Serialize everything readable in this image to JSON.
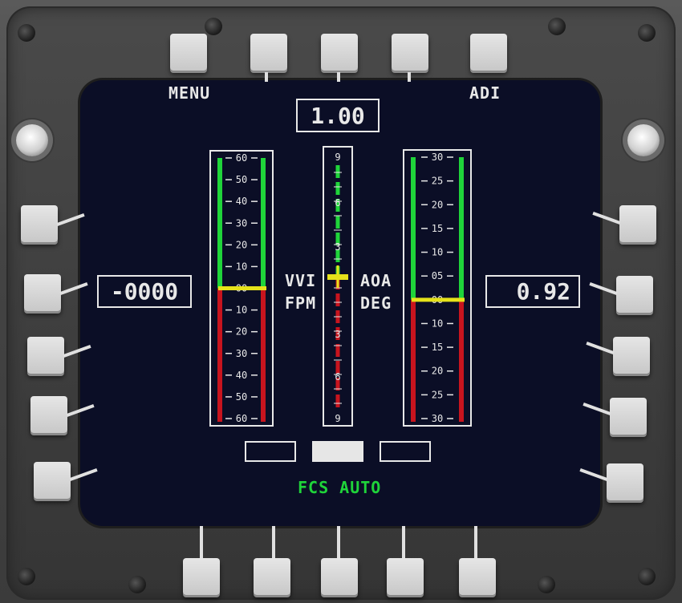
{
  "osb_labels": {
    "top_left": "MENU",
    "top_right": "ADI"
  },
  "g_readout": "1.00",
  "vvi_readout": "-0000",
  "aoa_readout": "0.92",
  "vvi_labels": {
    "line1": "VVI",
    "line2": "FPM"
  },
  "aoa_labels": {
    "line1": "AOA",
    "line2": "DEG"
  },
  "fcs_status": "FCS AUTO",
  "vvi_scale": {
    "ticks": [
      "60",
      "50",
      "40",
      "30",
      "20",
      "10",
      "00",
      "10",
      "20",
      "30",
      "40",
      "50",
      "60"
    ],
    "value": 0
  },
  "g_scale": {
    "ticks_top": [
      "9",
      "6",
      "3"
    ],
    "ticks_bottom": [
      "3",
      "6",
      "9"
    ],
    "value": 0
  },
  "aoa_scale": {
    "ticks": [
      "30",
      "25",
      "20",
      "15",
      "10",
      "05",
      "00",
      "10",
      "15",
      "20",
      "25",
      "30"
    ],
    "value": 0
  },
  "mode_boxes": [
    "",
    "",
    ""
  ],
  "colors": {
    "green": "#1fd43a",
    "red": "#c8141e",
    "yellow": "#e6e21a",
    "white": "#e8e8e8",
    "screen": "#0b0e26"
  }
}
